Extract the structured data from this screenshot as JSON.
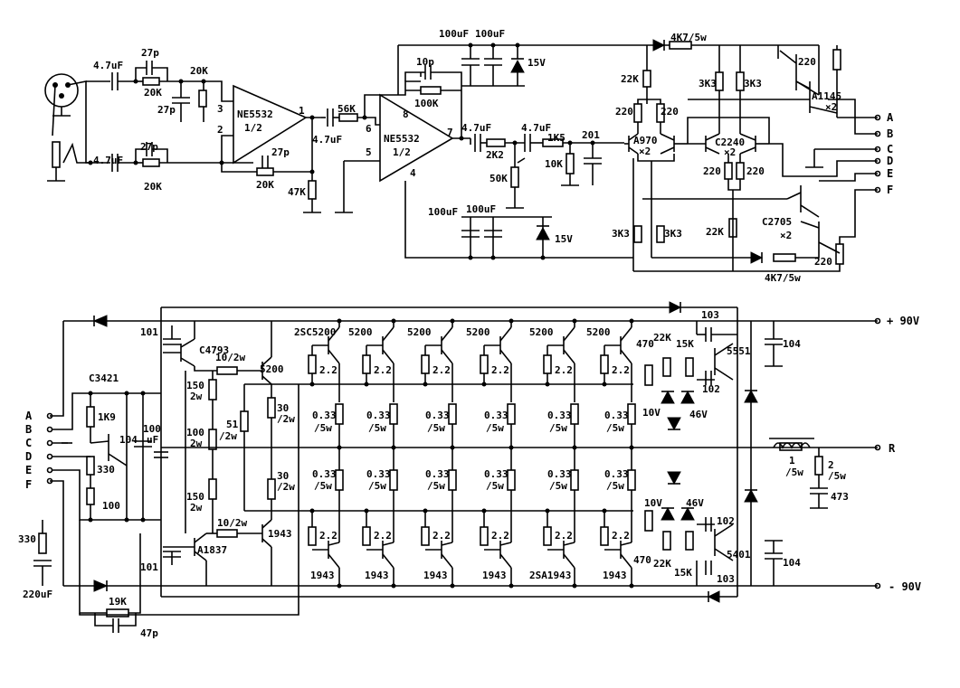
{
  "labels": {
    "c_in1": "4.7uF",
    "c_in2": "4.7uF",
    "c_27p_a": "27p",
    "c_27p_b": "27p",
    "c_27p_c": "27p",
    "c_27p_d": "27p",
    "r_20k_a": "20K",
    "r_20k_b": "20K",
    "r_20k_c": "20K",
    "r_20k_d": "20K",
    "op1_name": "NE5532",
    "op1_half": "1/2",
    "op1_p3": "3",
    "op1_p2": "2",
    "op1_p1": "1",
    "r_47k": "47K",
    "c_4u7_mid": "4.7uF",
    "r_56k": "56K",
    "op2_name": "NE5532",
    "op2_half": "1/2",
    "op2_p8": "8",
    "op2_p6": "6",
    "op2_p5": "5",
    "op2_p4": "4",
    "op2_p7": "7",
    "c_10p": "10p",
    "r_100k": "100K",
    "c_100u_1": "100uF",
    "c_100u_2": "100uF",
    "z_15v_top": "15V",
    "c_4u7_a": "4.7uF",
    "r_2k2": "2K2",
    "c_4u7_b": "4.7uF",
    "r_1k5": "1K5",
    "c_201": "201",
    "r_10k": "10K",
    "r_50k": "50K",
    "c_100u_3": "100uF",
    "c_100u_4": "100uF",
    "z_15v_bot": "15V",
    "r_4k7_top": "4K7/5w",
    "r_22k_a": "22K",
    "r_220_a": "220",
    "r_220_b": "220",
    "q_a970": "A970",
    "x2_a": "×2",
    "r_3k3_a": "3K3",
    "r_3k3_b": "3K3",
    "q_c2240": "C2240",
    "x2_b": "×2",
    "r_220_c": "220",
    "r_220_d": "220",
    "r_220_e": "220",
    "q_a1145": "A1145",
    "x2_c": "×2",
    "r_3k3_c": "3K3",
    "r_3k3_d": "3K3",
    "r_22k_b": "22K",
    "q_c2705": "C2705",
    "x2_d": "×2",
    "r_4k7_bot": "4K7/5w",
    "r_220_f": "220",
    "term_a": "A",
    "term_b": "B",
    "term_c": "C",
    "term_d": "D",
    "term_e": "E",
    "term_f": "F",
    "in_a": "A",
    "in_b": "B",
    "in_c": "C",
    "in_d": "D",
    "in_e": "E",
    "in_f": "F",
    "q_c3421": "C3421",
    "r_1k9": "1K9",
    "c_104_a": "104",
    "c_100uf": "100",
    "c_100uf_b": "uF",
    "r_330": "330",
    "r_100": "100",
    "r_330b": "330",
    "c_220u": "220uF",
    "r_19k": "19K",
    "c_47p": "47p",
    "c_101_a": "101",
    "c_101_b": "101",
    "q_c4793": "C4793",
    "q_a1837": "A1837",
    "r_10_2w_a": "10/2w",
    "r_10_2w_b": "10/2w",
    "q_5200_drv": "5200",
    "q_1943_drv": "1943",
    "r_150_a": "150",
    "r_2w_a": "2w",
    "r_100_2w": "100",
    "r_2w_b": "2w",
    "r_150_b": "150",
    "r_2w_c": "2w",
    "r_51": "51",
    "r_51w": "/2w",
    "r_30_a": "30",
    "r_30_aw": "/2w",
    "r_30_b": "30",
    "r_30_bw": "/2w",
    "q_out_top": [
      "2SC5200",
      "5200",
      "5200",
      "5200",
      "5200",
      "5200"
    ],
    "q_out_bot": [
      "1943",
      "1943",
      "1943",
      "1943",
      "2SA1943",
      "1943"
    ],
    "r_2p2": "2.2",
    "r_033": "0.33",
    "r_5w": "/5w",
    "r_470_a": "470",
    "r_470_b": "470",
    "r_22k_c": "22K",
    "r_15k_a": "15K",
    "r_22k_d": "22K",
    "r_15k_b": "15K",
    "z_10v_a": "10V",
    "z_46v_a": "46V",
    "z_10v_b": "10V",
    "z_46v_b": "46V",
    "c_103_a": "103",
    "c_102_a": "102",
    "c_102_b": "102",
    "c_103_b": "103",
    "q_5551": "5551",
    "q_5401": "5401",
    "c_104_b": "104",
    "c_104_c": "104",
    "rail_pos": "+ 90V",
    "rail_neg": "- 90V",
    "out_r": "R",
    "r_1": "1",
    "r_1w": "/5w",
    "r_2": "2",
    "r_2w": "/5w",
    "c_473": "473"
  }
}
